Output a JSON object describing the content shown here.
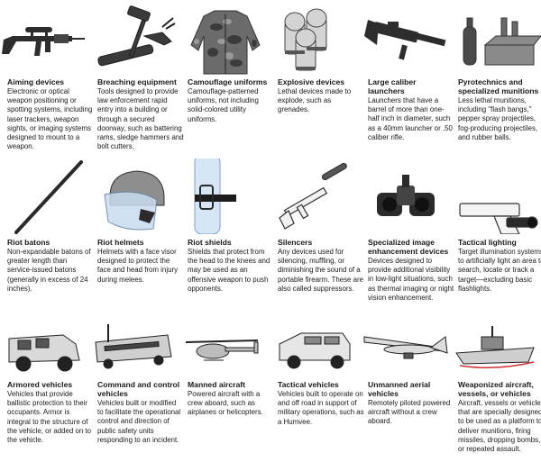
{
  "items": [
    {
      "title": "Aiming devices",
      "desc": "Electronic or optical weapon positioning or spotting systems, including laser trackers, weapon sights, or imaging systems designed to mount to a weapon.",
      "icon": "rifle-with-scope-icon"
    },
    {
      "title": "Breaching equipment",
      "desc": "Tools designed to provide law enforcement rapid entry into a building or through a secured doorway, such as battering rams, sledge hammers and bolt cutters.",
      "icon": "battering-ram-icon"
    },
    {
      "title": "Camouflage uniforms",
      "desc": "Camouflage-patterned uniforms, not including solid-colored utility uniforms.",
      "icon": "camouflage-jacket-icon"
    },
    {
      "title": "Explosive devices",
      "desc": "Lethal devices made to explode, such as grenades.",
      "icon": "grenades-icon"
    },
    {
      "title": "Large caliber launchers",
      "desc": "Launchers that have a barrel of more than one-half inch in diameter, such as a 40mm launcher or .50 caliber rifle.",
      "icon": "grenade-launcher-icon"
    },
    {
      "title": "Pyrotechnics and specialized munitions",
      "desc": "Less lethal munitions, including \"flash bangs,\" pepper spray projectiles, fog-producing projectiles, and rubber balls.",
      "icon": "flashbang-munitions-icon"
    },
    {
      "title": "Riot batons",
      "desc": "Non-expandable batons of greater length than service-issued batons (generally in excess of 24 inches).",
      "icon": "baton-icon"
    },
    {
      "title": "Riot helmets",
      "desc": "Helmets with a face visor designed to protect the face and head from injury during melees.",
      "icon": "riot-helmet-icon"
    },
    {
      "title": "Riot shields",
      "desc": "Shields that protect from the head to the knees and may be used as an offensive weapon to push opponents.",
      "icon": "riot-shield-icon"
    },
    {
      "title": "Silencers",
      "desc": "Any devices used for silencing, muffling, or diminishing the sound of a portable firearm. These are also called suppressors.",
      "icon": "silenced-rifle-icon"
    },
    {
      "title": "Specialized image enhancement devices",
      "desc": "Devices designed to provide additional visibility in low-light situations, such as thermal imaging or night vision enhancement.",
      "icon": "night-vision-goggles-icon"
    },
    {
      "title": "Tactical lighting",
      "desc": "Target illumination systems to artificially light an area to search, locate or track a target—excluding basic flashlights.",
      "icon": "pistol-with-light-icon"
    },
    {
      "title": "Armored vehicles",
      "desc": "Vehicles that provide ballistic protection to their occupants. Armor is integral to the structure of the vehicle, or added on to the vehicle.",
      "icon": "armored-vehicle-icon"
    },
    {
      "title": "Command and control vehicles",
      "desc": "Vehicles built or modified to facilitate the operational control and direction of public safety units responding to an incident.",
      "icon": "command-bus-icon"
    },
    {
      "title": "Manned aircraft",
      "desc": "Powered aircraft with a crew aboard, such as airplanes or helicopters.",
      "icon": "helicopter-icon"
    },
    {
      "title": "Tactical vehicles",
      "desc": "Vehicles built to operate on and off road in support of military operations, such as a Humvee.",
      "icon": "humvee-icon"
    },
    {
      "title": "Unmanned aerial vehicles",
      "desc": "Remotely piloted powered aircraft without a crew aboard.",
      "icon": "drone-icon"
    },
    {
      "title": "Weaponized aircraft, vessels, or vehicles",
      "desc": "Aircraft, vessels or vehicles that are specially designed to be used as a platform to deliver munitions, firing missiles, dropping bombs, or repeated assault.",
      "icon": "armed-boat-icon"
    }
  ]
}
